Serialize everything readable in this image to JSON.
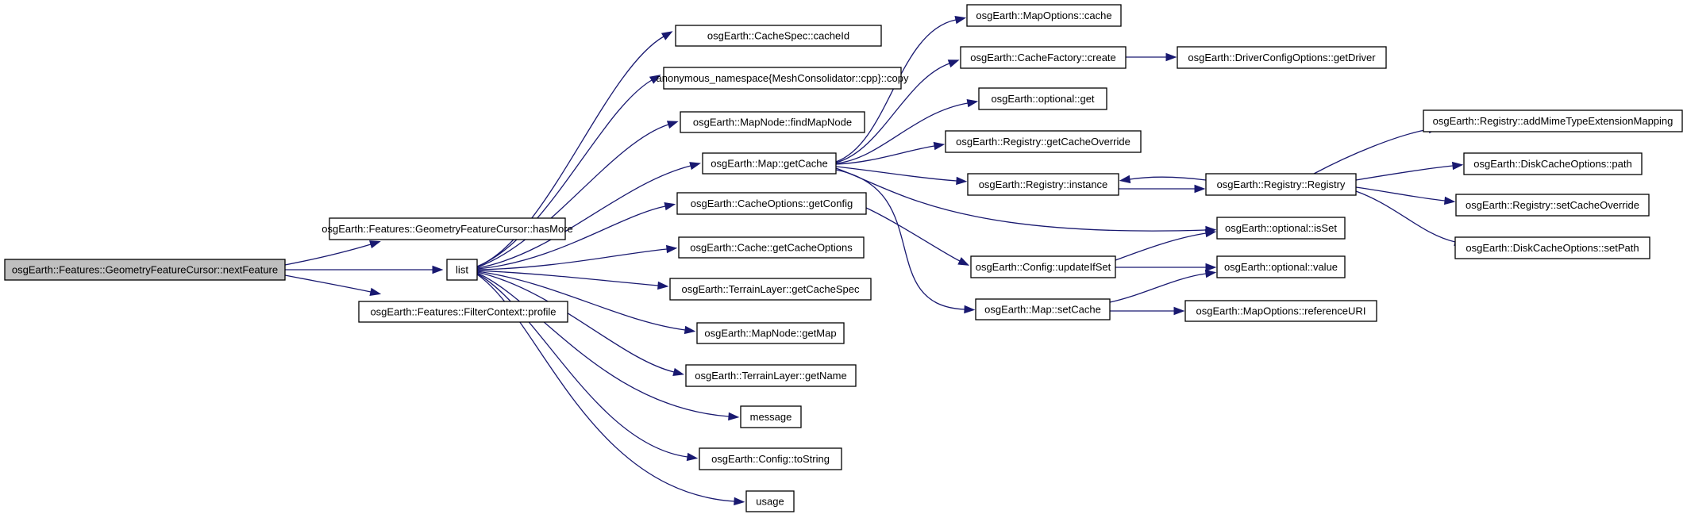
{
  "nodes": [
    {
      "id": "nextFeature",
      "label": "osgEarth::Features::GeometryFeatureCursor::nextFeature",
      "root": true
    },
    {
      "id": "hasMore",
      "label": "osgEarth::Features::GeometryFeatureCursor::hasMore"
    },
    {
      "id": "list",
      "label": "list"
    },
    {
      "id": "profile",
      "label": "osgEarth::Features::FilterContext::profile"
    },
    {
      "id": "cacheId",
      "label": "osgEarth::CacheSpec::cacheId"
    },
    {
      "id": "copy",
      "label": "anonymous_namespace{MeshConsolidator::cpp}::copy"
    },
    {
      "id": "findMapNode",
      "label": "osgEarth::MapNode::findMapNode"
    },
    {
      "id": "getCache",
      "label": "osgEarth::Map::getCache"
    },
    {
      "id": "getConfig",
      "label": "osgEarth::CacheOptions::getConfig"
    },
    {
      "id": "getCacheOptions",
      "label": "osgEarth::Cache::getCacheOptions"
    },
    {
      "id": "getCacheSpec",
      "label": "osgEarth::TerrainLayer::getCacheSpec"
    },
    {
      "id": "getMap",
      "label": "osgEarth::MapNode::getMap"
    },
    {
      "id": "getName",
      "label": "osgEarth::TerrainLayer::getName"
    },
    {
      "id": "message",
      "label": "message"
    },
    {
      "id": "toString",
      "label": "osgEarth::Config::toString"
    },
    {
      "id": "usage",
      "label": "usage"
    },
    {
      "id": "mapOptCache",
      "label": "osgEarth::MapOptions::cache"
    },
    {
      "id": "cfCreate",
      "label": "osgEarth::CacheFactory::create"
    },
    {
      "id": "optGet",
      "label": "osgEarth::optional::get"
    },
    {
      "id": "getCacheOverride",
      "label": "osgEarth::Registry::getCacheOverride"
    },
    {
      "id": "instance",
      "label": "osgEarth::Registry::instance"
    },
    {
      "id": "updateIfSet",
      "label": "osgEarth::Config::updateIfSet"
    },
    {
      "id": "setCache",
      "label": "osgEarth::Map::setCache"
    },
    {
      "id": "getDriver",
      "label": "osgEarth::DriverConfigOptions::getDriver"
    },
    {
      "id": "registry",
      "label": "osgEarth::Registry::Registry"
    },
    {
      "id": "isSet",
      "label": "osgEarth::optional::isSet"
    },
    {
      "id": "optValue",
      "label": "osgEarth::optional::value"
    },
    {
      "id": "referenceURI",
      "label": "osgEarth::MapOptions::referenceURI"
    },
    {
      "id": "addMime",
      "label": "osgEarth::Registry::addMimeTypeExtensionMapping"
    },
    {
      "id": "dcoPath",
      "label": "osgEarth::DiskCacheOptions::path"
    },
    {
      "id": "setCacheOverride",
      "label": "osgEarth::Registry::setCacheOverride"
    },
    {
      "id": "setPath",
      "label": "osgEarth::DiskCacheOptions::setPath"
    }
  ],
  "edges": [
    [
      "nextFeature",
      "hasMore"
    ],
    [
      "nextFeature",
      "list"
    ],
    [
      "nextFeature",
      "profile"
    ],
    [
      "list",
      "cacheId"
    ],
    [
      "list",
      "copy"
    ],
    [
      "list",
      "findMapNode"
    ],
    [
      "list",
      "getCache"
    ],
    [
      "list",
      "getConfig"
    ],
    [
      "list",
      "getCacheOptions"
    ],
    [
      "list",
      "getCacheSpec"
    ],
    [
      "list",
      "getMap"
    ],
    [
      "list",
      "getName"
    ],
    [
      "list",
      "message"
    ],
    [
      "list",
      "toString"
    ],
    [
      "list",
      "usage"
    ],
    [
      "getCache",
      "mapOptCache"
    ],
    [
      "getCache",
      "cfCreate"
    ],
    [
      "getCache",
      "optGet"
    ],
    [
      "getCache",
      "getCacheOverride"
    ],
    [
      "getCache",
      "instance"
    ],
    [
      "getCache",
      "isSet"
    ],
    [
      "getCache",
      "setCache"
    ],
    [
      "getConfig",
      "updateIfSet"
    ],
    [
      "cfCreate",
      "getDriver"
    ],
    [
      "instance",
      "registry"
    ],
    [
      "registry",
      "instance"
    ],
    [
      "registry",
      "addMime"
    ],
    [
      "registry",
      "dcoPath"
    ],
    [
      "registry",
      "setCacheOverride"
    ],
    [
      "registry",
      "setPath"
    ],
    [
      "updateIfSet",
      "isSet"
    ],
    [
      "updateIfSet",
      "optValue"
    ],
    [
      "setCache",
      "optValue"
    ],
    [
      "setCache",
      "referenceURI"
    ]
  ]
}
